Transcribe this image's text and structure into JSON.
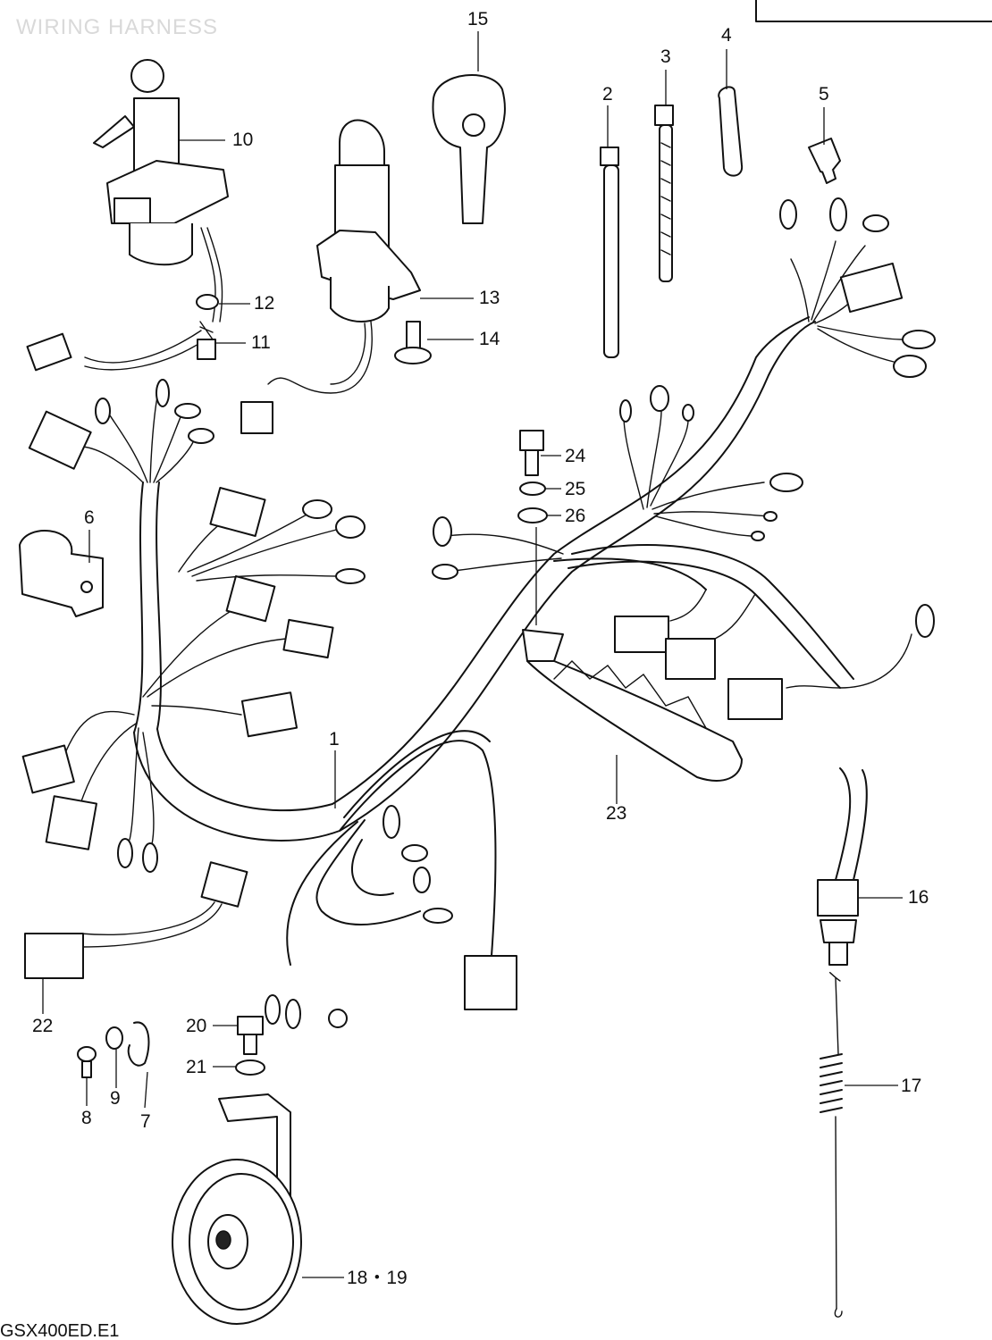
{
  "header": {
    "title": "WIRING HARNESS"
  },
  "footer": {
    "model_code": "GSX400ED.E1"
  },
  "callouts": {
    "c1": "1",
    "c2": "2",
    "c3": "3",
    "c4": "4",
    "c5": "5",
    "c6": "6",
    "c7": "7",
    "c8": "8",
    "c9": "9",
    "c10": "10",
    "c11": "11",
    "c12": "12",
    "c13": "13",
    "c14": "14",
    "c15": "15",
    "c16": "16",
    "c17": "17",
    "c18_19": "18・19",
    "c20": "20",
    "c21": "21",
    "c22": "22",
    "c23": "23",
    "c24": "24",
    "c25": "25",
    "c26": "26"
  }
}
